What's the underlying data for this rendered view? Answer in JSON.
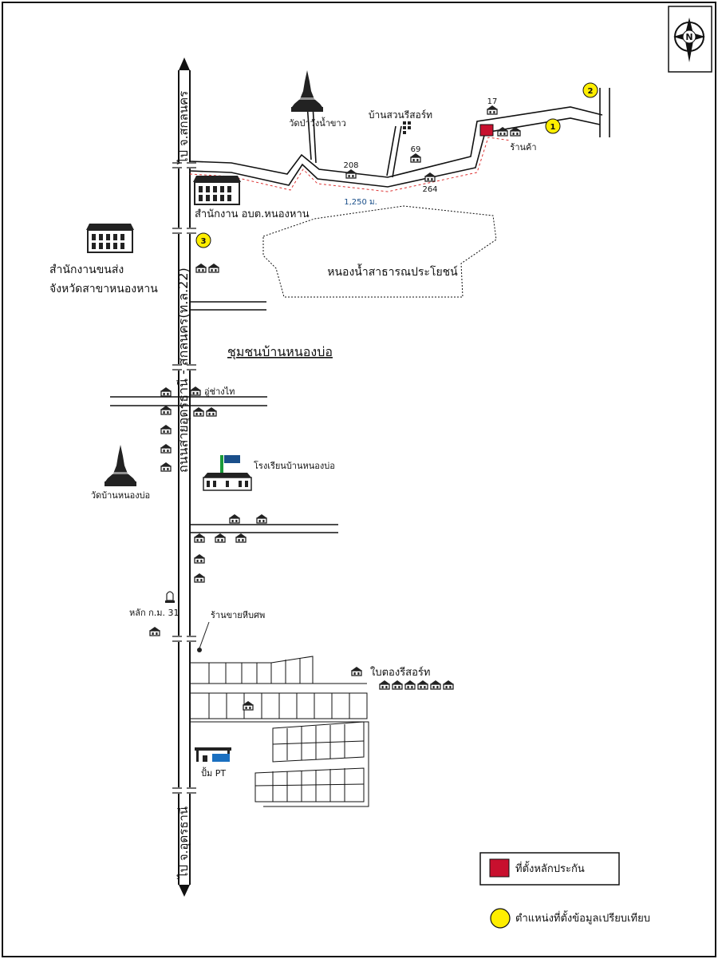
{
  "compass": {
    "letter": "N"
  },
  "roads": {
    "main_vertical_top": "ไป จ.สกลนคร",
    "main_vertical_mid": "ถนนสายอุดรธานี - สกลนคร(ท.ล.22)",
    "main_vertical_bottom": "ไป จ.อุดรธานี"
  },
  "places": {
    "temple_north": "วัดป่าวังน้ำขาว",
    "resort_north": "บ้านสวนรีสอร์ท",
    "house_17": "17",
    "house_208": "208",
    "house_69": "69",
    "house_264": "264",
    "shop": "ร้านค้า",
    "office_sao": "สำนักงาน อบต.หนองหาน",
    "distance": "1,250 ม.",
    "office_transport_1": "สำนักงานขนส่ง",
    "office_transport_2": "จังหวัดสาขาหนองหาน",
    "pond": "หนองน้ำสาธารณประโยชน์",
    "community": "ชุมชนบ้านหนองบ่อ",
    "garage": "อู่ช่างไท",
    "school": "โรงเรียนบ้านหนองบ่อ",
    "temple_south": "วัดบ้านหนองบ่อ",
    "km_marker": "หลัก ก.ม. 31",
    "coffin_shop": "ร้านขายหีบศพ",
    "resort_south": "ใบตองรีสอร์ท",
    "gas_station": "ปั้ม PT"
  },
  "markers": [
    "1",
    "2",
    "3"
  ],
  "legend": {
    "collateral": "ที่ตั้งหลักประกัน",
    "comparison": "ตำแหน่งที่ตั้งข้อมูลเปรียบเทียบ",
    "collateral_color": "#c8102e",
    "comparison_color": "#ffee00"
  }
}
